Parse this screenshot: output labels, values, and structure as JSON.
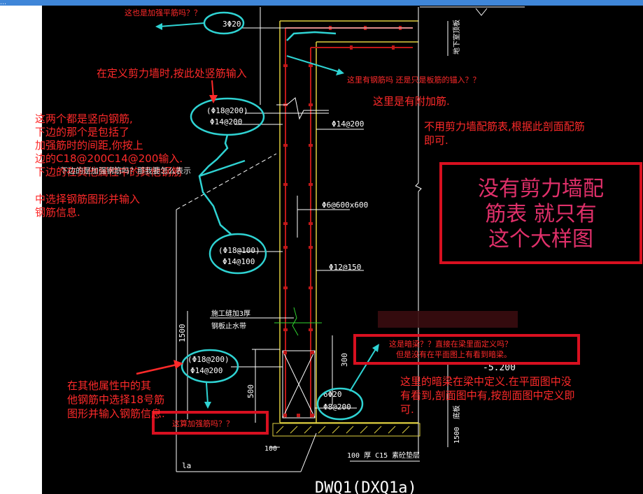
{
  "window": {
    "title_fragment": "…"
  },
  "drawing": {
    "title": "DWQ1(DXQ1a)",
    "rebar_labels": {
      "top_3phi20": "3Φ20",
      "vertical_top_1": "(Φ18@200)",
      "vertical_top_2": "Φ14@200",
      "horizontal_phi14": "Φ14@200",
      "tie_phi6": "Φ6@600x600",
      "horizontal_phi12": "Φ12@150",
      "vertical_mid_1": "(Φ18@100)",
      "vertical_mid_2": "Φ14@100",
      "vertical_bot_1": "(Φ18@200)",
      "vertical_bot_2": "Φ14@200",
      "beam_1": "6Φ20",
      "beam_2": "Φ8@200",
      "construction_joint_1": "施工缝加3厚",
      "construction_joint_2": "钢板止水带",
      "cushion": "100  厚 C15  素砼垫层",
      "elevation": "-5.200",
      "dim_1500": "1500",
      "dim_500": "500",
      "dim_300": "300",
      "dim_100": "100",
      "dim_la": "la",
      "right_vertical_1": "地下室顶板",
      "right_vertical_2": "底板",
      "right_vertical_3": "1500"
    }
  },
  "annotations": {
    "q_reinforce_top": "这也是加强平筋吗？？",
    "define_shear_wall": "在定义剪力墙时,按此处竖筋输入",
    "q_rebar_here": "这里有钢筋吗  还是只是板筋的锚入？？",
    "a_extra_rebar": "这里是有附加筋.",
    "a_no_table": "不用剪力墙配筋表,根据此剖面配筋即可.",
    "both_vertical": [
      "这两个都是竖向钢筋,",
      "下边的那个是包括了",
      "加强筋时的间距,你按上",
      "边的C18@200C14@200输入.",
      "下边的在其他属性中的其他钢筋",
      "中选择钢筋图形并输入",
      "钢筋信息."
    ],
    "overlap_white": "下边的是加强钢筋吗？那我要怎么表示",
    "box_no_table": [
      "没有剪力墙配",
      "筋表 就只有",
      "这个大样图"
    ],
    "q_dark_beam": [
      "这是暗梁？？直接在梁里面定义吗？",
      "但是没有在平面图上有看到暗梁。"
    ],
    "a_dark_beam": [
      "这里的暗梁在梁中定义.在平面图中没",
      "有看到,剖面图中有,按剖面图中定义即",
      "可."
    ],
    "other_rebar_18": [
      "在其他属性中的其",
      "他钢筋中选择18号筋",
      "图形并输入钢筋信息."
    ],
    "q_count_reinforce": "这算加强筋吗？？"
  },
  "colors": {
    "background": "#000000",
    "annotation_red": "#ff2a2a",
    "bubble_cyan": "#2fd3d3",
    "wall_yellow": "#e0d040",
    "rebar_red": "#c01818",
    "label_white": "#ffffff",
    "box_red": "#d81020",
    "box_text": "#e0306a"
  }
}
